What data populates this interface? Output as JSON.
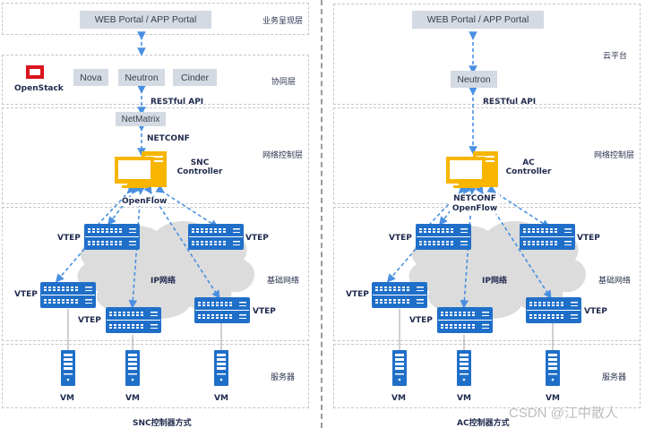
{
  "left_panel": {
    "portal": "WEB Portal / APP Portal",
    "layer_labels": {
      "presentation": "业务呈现层",
      "orchestration": "协同层",
      "control": "网络控制层",
      "underlay": "基础网络",
      "servers": "服务器"
    },
    "openstack_label": "OpenStack",
    "openstack_components": [
      "Nova",
      "Neutron",
      "Cinder"
    ],
    "api_label": "RESTful API",
    "netmatrix": "NetMatrix",
    "netconf_label": "NETCONF",
    "controller_line1": "SNC",
    "controller_line2": "Controller",
    "openflow_label": "OpenFlow",
    "cloud_label": "IP网络",
    "vtep_label": "VTEP",
    "vm_label": "VM",
    "caption": "SNC控制器方式"
  },
  "right_panel": {
    "portal": "WEB Portal / APP Portal",
    "layer_labels": {
      "cloud_platform": "云平台",
      "control": "网络控制层",
      "underlay": "基础网络",
      "servers": "服务器"
    },
    "neutron": "Neutron",
    "api_label": "RESTful API",
    "controller_line1": "AC",
    "controller_line2": "Controller",
    "netconf_label": "NETCONF",
    "openflow_label": "OpenFlow",
    "cloud_label": "IP网络",
    "vtep_label": "VTEP",
    "vm_label": "VM",
    "caption": "AC控制器方式"
  },
  "watermark": "CSDN @江中散人",
  "colors": {
    "arrow": "#4a90e2",
    "switch": "#1f6fc9",
    "controller": "#f7b500",
    "openstack_red": "#d9141b",
    "box": "#d3dae3",
    "cloud": "#dcdcdc"
  }
}
